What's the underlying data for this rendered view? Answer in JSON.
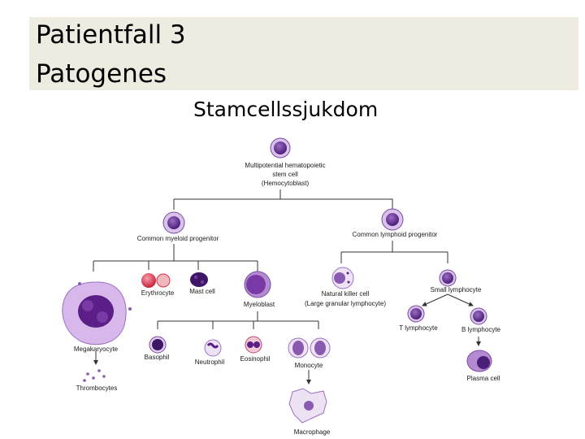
{
  "slide": {
    "title_line1": "Patientfall 3",
    "title_line2": "Patogenes",
    "subtitle": "Stamcellssjukdom"
  },
  "colors": {
    "header_band": "#eeece1",
    "cell_purple": "#5b2a8a",
    "cell_light": "#c9a6e0",
    "erythrocyte_red": "#d9304a",
    "line": "#333333"
  },
  "diagram": {
    "stem_cell": [
      "Multipotential hematopoietic",
      "stem cell",
      "(Hemocytoblast)"
    ],
    "myeloid_progenitor": "Common myeloid progenitor",
    "lymphoid_progenitor": "Common lymphoid progenitor",
    "erythrocyte": "Erythrocyte",
    "mast_cell": "Mast cell",
    "myeloblast": "Myeloblast",
    "megakaryocyte": "Megakaryocyte",
    "thrombocytes": "Thrombocytes",
    "basophil": "Basophil",
    "neutrophil": "Neutrophil",
    "eosinophil": "Eosinophil",
    "monocyte": "Monocyte",
    "macrophage": "Macrophage",
    "nk_cell": [
      "Natural killer cell",
      "(Large granular lymphocyte)"
    ],
    "small_lymphocyte": "Small lymphocyte",
    "t_lymphocyte": "T lymphocyte",
    "b_lymphocyte": "B lymphocyte",
    "plasma_cell": "Plasma cell"
  }
}
